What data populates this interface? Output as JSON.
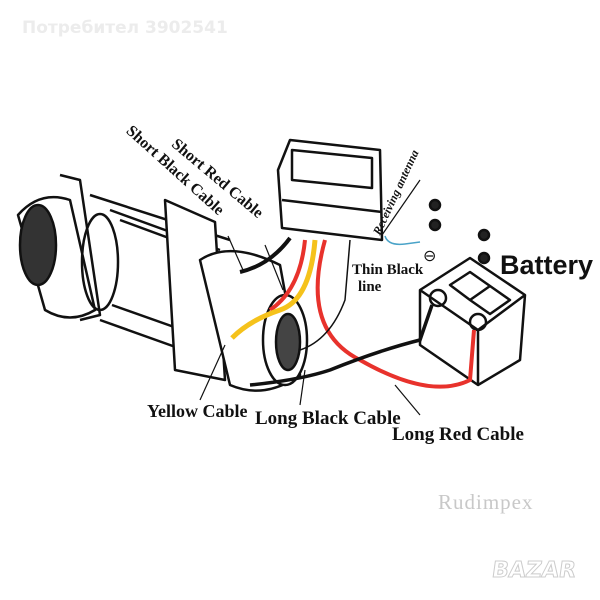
{
  "watermark": "Потребител 3902541",
  "labels": {
    "short_red_cable": "Short Red Cable",
    "short_black_cable": "Short Black Cable",
    "receiving_antenna": "Receiving antenna",
    "thin_black_line_1": "Thin Black",
    "thin_black_line_2": "line",
    "battery": "Battery",
    "yellow_cable": "Yellow Cable",
    "long_black_cable": "Long Black Cable",
    "long_red_cable": "Long Red Cable",
    "minus_sign": "⊖"
  },
  "brand": "Rudimpex",
  "logo": "BAZAR",
  "colors": {
    "red": "#e8322c",
    "yellow": "#f5c21b",
    "black": "#111111",
    "antenna": "#4aa3c8"
  }
}
